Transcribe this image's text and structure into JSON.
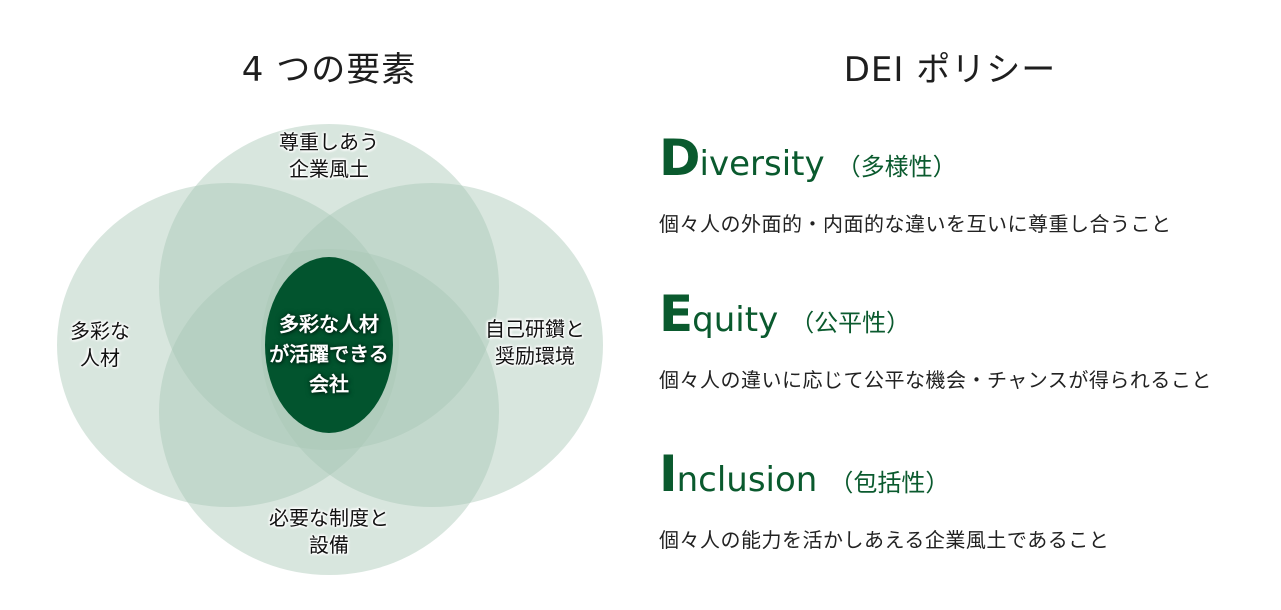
{
  "left_section": {
    "title": "4 つの要素",
    "diagram": {
      "type": "venn",
      "colors": {
        "outer_fill": "#a9c7b5",
        "center_fill": "#02542e",
        "center_text": "#ffffff"
      },
      "top": [
        "尊重しあう",
        "企業風土"
      ],
      "left": [
        "多彩な",
        "人材"
      ],
      "right": [
        "自己研鑽と",
        "奨励環境"
      ],
      "bottom": [
        "必要な制度と",
        "設備"
      ],
      "center": [
        "多彩な人材",
        "が活躍できる",
        "会社"
      ]
    }
  },
  "right_section": {
    "title": "DEI ポリシー",
    "accent_color": "#0a5a2e",
    "policies": [
      {
        "initial": "D",
        "rest": "iversity",
        "jp": "（多様性）",
        "description": "個々人の外面的・内面的な違いを互いに尊重し合うこと"
      },
      {
        "initial": "E",
        "rest": "quity",
        "jp": "（公平性）",
        "description": "個々人の違いに応じて公平な機会・チャンスが得られること"
      },
      {
        "initial": "I",
        "rest": "nclusion",
        "jp": "（包括性）",
        "description": "個々人の能力を活かしあえる企業風土であること"
      }
    ]
  }
}
